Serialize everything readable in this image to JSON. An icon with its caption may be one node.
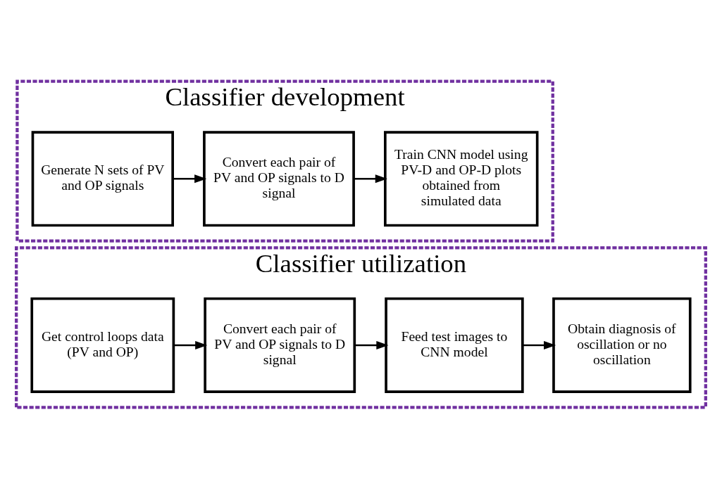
{
  "diagram": {
    "nodes": [
      {
        "text": [
          "Classifier development"
        ]
      },
      {
        "text": [
          "Generate N sets of PV and OP signals"
        ],
        "in": 0
      },
      {
        "text": [
          "Convert each pair of PV and OP signals to D signal"
        ],
        "in": 0
      },
      {
        "text": [
          "Train CNN model using PV-D and OP-D plots obtained from simulated data"
        ],
        "in": 0
      },
      {
        "text": [
          "Classifier utilization"
        ]
      },
      {
        "text": [
          "Get control loops data (PV and OP)"
        ],
        "in": 4
      },
      {
        "text": [
          "Convert each pair of PV and OP signals to D signal"
        ],
        "in": 4
      },
      {
        "text": [
          "Feed test images to CNN model"
        ],
        "in": 4
      },
      {
        "text": [
          "Obtain diagnosis of oscillation or no oscillation"
        ],
        "in": 4
      }
    ],
    "edges": [
      {
        "from": 1,
        "to": 2,
        "arrow": "to"
      },
      {
        "from": 2,
        "to": 3,
        "arrow": "to"
      },
      {
        "from": 5,
        "to": 6,
        "arrow": "to"
      },
      {
        "from": 6,
        "to": 7,
        "arrow": "to"
      },
      {
        "from": 7,
        "to": 8,
        "arrow": "to"
      }
    ]
  }
}
